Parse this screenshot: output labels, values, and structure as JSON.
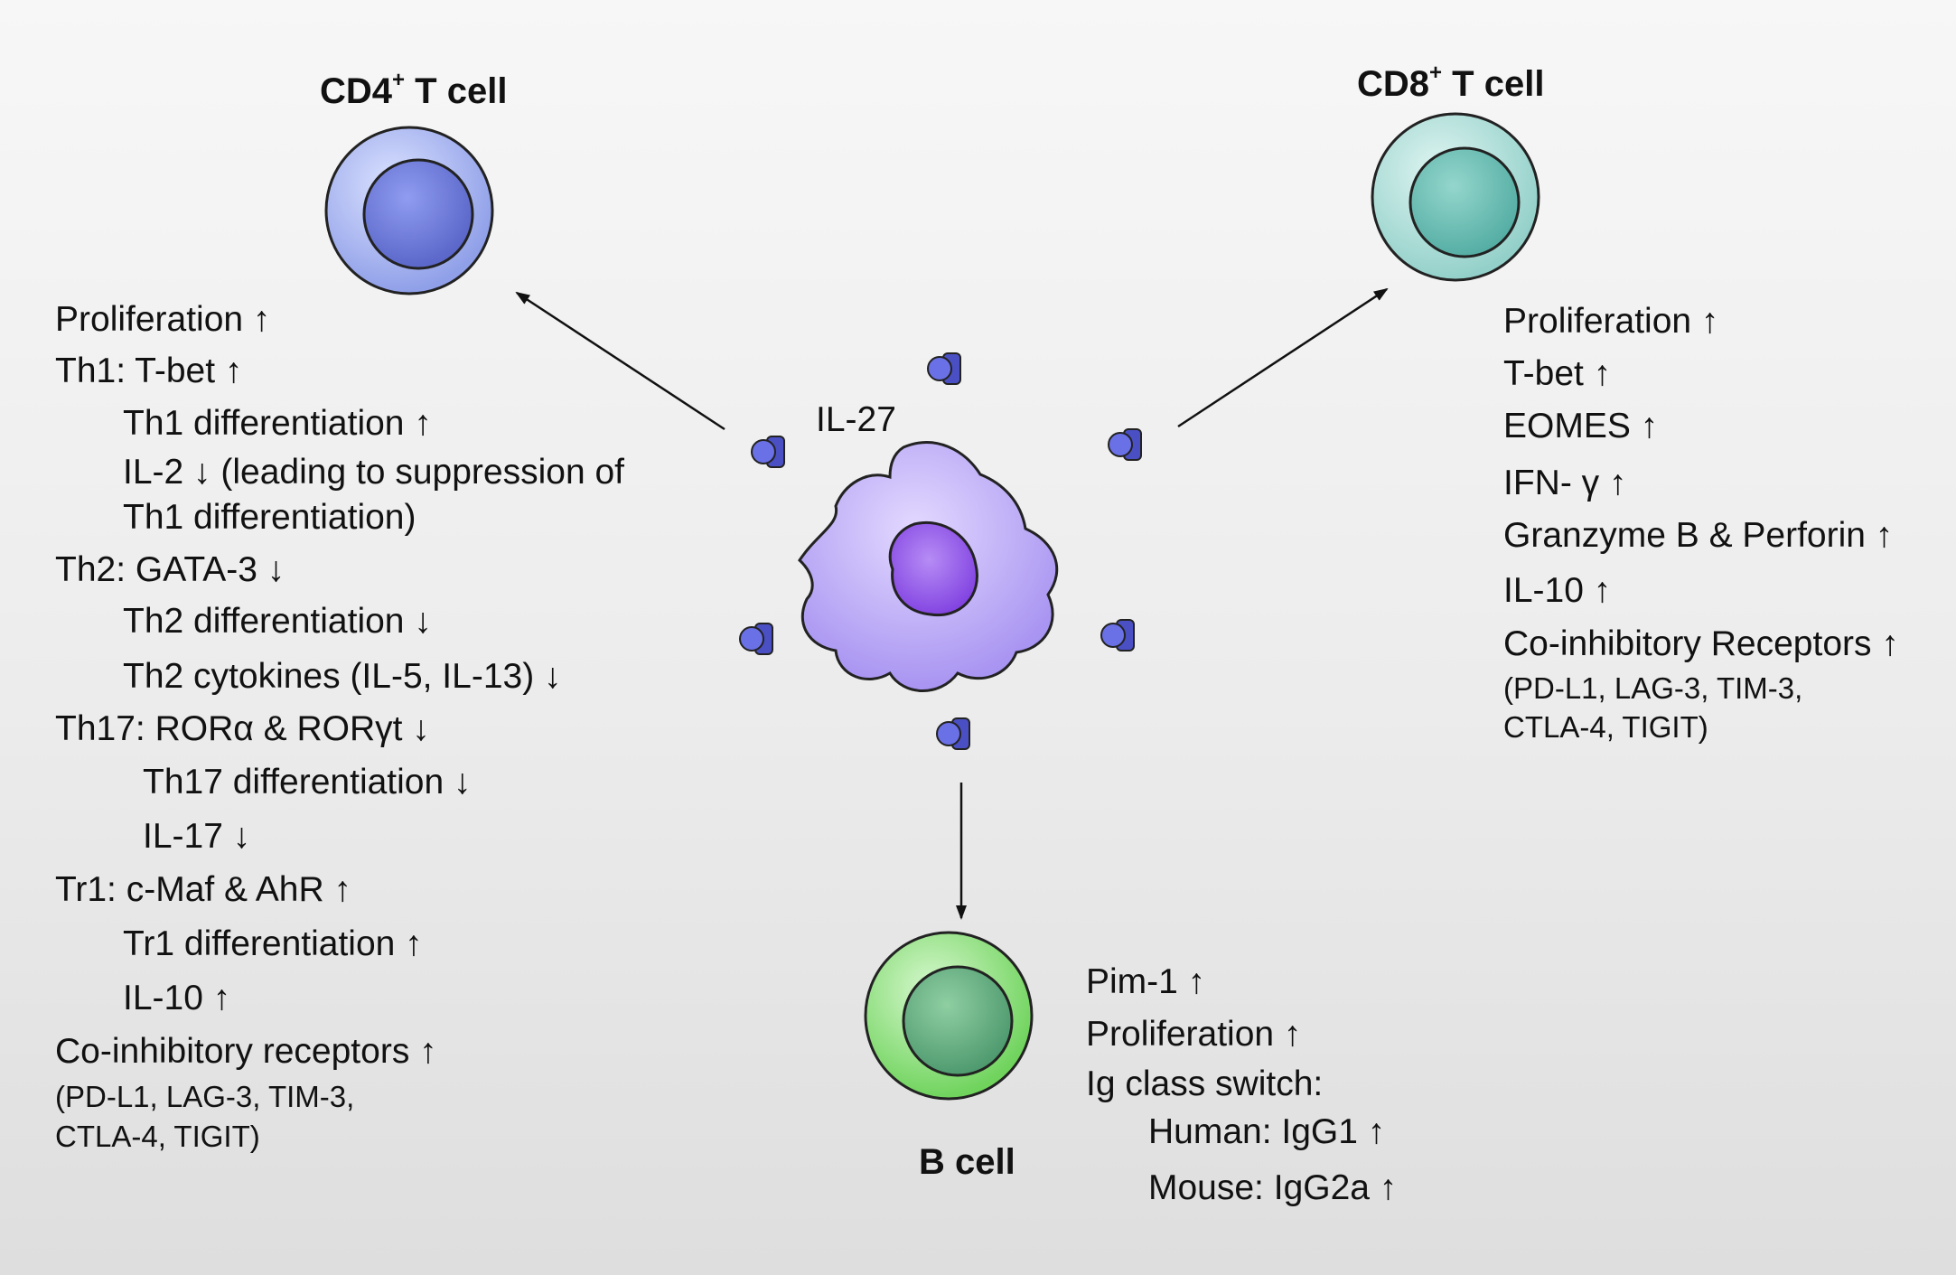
{
  "cd4": {
    "title_main": "CD4",
    "title_sup": "+",
    "title_tail": " T cell",
    "lines": [
      "Proliferation ↑",
      "Th1: T-bet ↑",
      "Th1 differentiation ↑",
      "IL-2 ↓ (leading to suppression of",
      "Th1 differentiation)",
      "Th2: GATA-3 ↓",
      "Th2 differentiation ↓",
      "Th2 cytokines (IL-5, IL-13) ↓",
      "Th17: RORα & RORγt ↓",
      "Th17 differentiation ↓",
      "IL-17 ↓",
      "Tr1: c-Maf & AhR ↑",
      "Tr1 differentiation ↑",
      "IL-10 ↑",
      "Co-inhibitory receptors ↑",
      "(PD-L1, LAG-3, TIM-3,",
      "CTLA-4, TIGIT)"
    ]
  },
  "cd8": {
    "title_main": "CD8",
    "title_sup": "+",
    "title_tail": " T cell",
    "lines": [
      "Proliferation ↑",
      "T-bet ↑",
      "EOMES ↑",
      "IFN- γ ↑",
      "Granzyme B & Perforin ↑",
      "IL-10 ↑",
      "Co-inhibitory Receptors ↑",
      "(PD-L1, LAG-3, TIM-3,",
      "CTLA-4, TIGIT)"
    ]
  },
  "bcell": {
    "title": "B cell",
    "lines": [
      "Pim-1 ↑",
      "Proliferation ↑",
      "Ig class switch:",
      "Human: IgG1 ↑",
      "Mouse:  IgG2a ↑"
    ]
  },
  "center": {
    "label": "IL-27"
  },
  "colors": {
    "cd4_cell": "#9fb0ef",
    "cd4_nucleus": "#6b77d8",
    "cd8_cell": "#a8dcd6",
    "cd8_nucleus": "#5fb8ae",
    "bcell_cell": "#8fe07a",
    "bcell_nucleus": "#5aa47a",
    "apc_cell": "#bba6f4",
    "apc_nucleus": "#8f56e6",
    "cytokine": "#5a5fd6"
  }
}
